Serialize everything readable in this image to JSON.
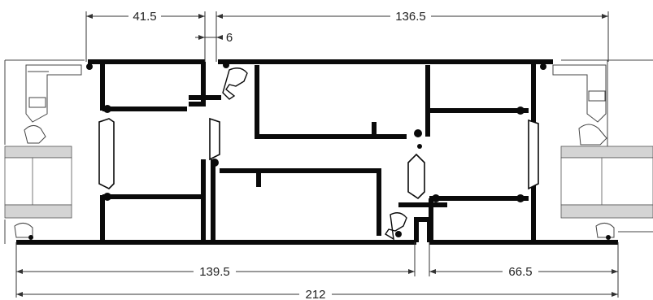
{
  "diagram": {
    "type": "aluminium-profile-section",
    "dimensions": [
      {
        "id": "top-left",
        "label": "41.5"
      },
      {
        "id": "top-gap",
        "label": "6"
      },
      {
        "id": "top-right",
        "label": "136.5"
      },
      {
        "id": "bottom-left",
        "label": "139.5"
      },
      {
        "id": "bottom-right",
        "label": "66.5"
      },
      {
        "id": "overall",
        "label": "212"
      }
    ],
    "colors": {
      "profile": "#0a0a0a",
      "glass_fill": "#d4d4d4",
      "line": "#333333",
      "background": "#ffffff"
    }
  }
}
